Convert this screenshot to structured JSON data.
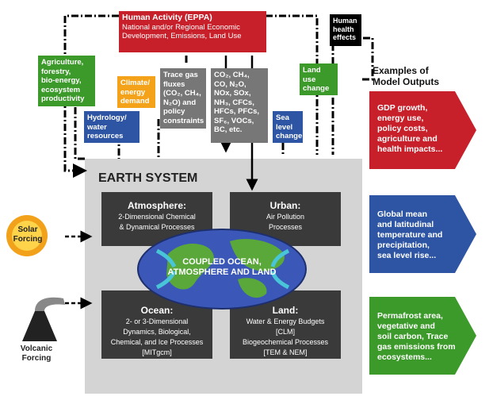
{
  "human_activity": {
    "title": "Human Activity (EPPA)",
    "lines": [
      "National and/or Regional Economic",
      "Development, Emissions, Land Use"
    ]
  },
  "human_health": {
    "lines": [
      "Human",
      "health",
      "effects"
    ]
  },
  "agriculture": {
    "lines": [
      "Agriculture,",
      "forestry,",
      "bio-energy,",
      "ecosystem",
      "productivity"
    ]
  },
  "climate_energy": {
    "lines": [
      "Climate/",
      "energy",
      "demand"
    ]
  },
  "trace_gas": {
    "lines": [
      "Trace gas",
      "fluxes",
      "(CO₂, CH₄,",
      "N₂O) and",
      "policy",
      "constraints"
    ]
  },
  "emissions": {
    "lines": [
      "CO₂, CH₄,",
      "CO, N₂O,",
      "NOx, SOx,",
      "NH₃, CFCs,",
      "HFCs, PFCs,",
      "SF₆, VOCs,",
      "BC, etc."
    ]
  },
  "land_use_change": {
    "lines": [
      "Land",
      "use",
      "change"
    ]
  },
  "hydrology": {
    "lines": [
      "Hydrology/",
      "water",
      "resources"
    ]
  },
  "sea_level": {
    "lines": [
      "Sea",
      "level",
      "change"
    ]
  },
  "earth_system": {
    "title": "EARTH SYSTEM",
    "atmosphere": {
      "title": "Atmosphere:",
      "desc": [
        "2-Dimensional Chemical",
        "& Dynamical Processes"
      ]
    },
    "urban": {
      "title": "Urban:",
      "desc": [
        "Air Pollution",
        "Processes"
      ]
    },
    "ocean": {
      "title": "Ocean:",
      "desc": [
        "2- or 3-Dimensional",
        "Dynamics, Biological,",
        "Chemical, and Ice Processes",
        "[MITgcm]"
      ]
    },
    "land": {
      "title": "Land:",
      "desc": [
        "Water & Energy Budgets",
        "[CLM]",
        "Biogeochemical Processes",
        "[TEM & NEM]"
      ]
    },
    "coupled": [
      "COUPLED OCEAN,",
      "ATMOSPHERE AND LAND"
    ]
  },
  "solar": {
    "lines": [
      "Solar",
      "Forcing"
    ]
  },
  "volcanic": {
    "lines": [
      "Volcanic",
      "Forcing"
    ]
  },
  "outputs": {
    "title": [
      "Examples of",
      "Model Outputs"
    ],
    "items": [
      {
        "lines": [
          "GDP growth,",
          "energy use,",
          "policy costs,",
          "agriculture and",
          "health impacts..."
        ],
        "color": "#c8202a"
      },
      {
        "lines": [
          "Global mean",
          "and latitudinal",
          "temperature and",
          "precipitation,",
          "sea level rise..."
        ],
        "color": "#2e55a4"
      },
      {
        "lines": [
          "Permafrost area,",
          "vegetative and",
          "soil carbon, Trace",
          "gas emissions from",
          "ecosystems..."
        ],
        "color": "#3c9a2a"
      }
    ]
  },
  "colors": {
    "red": "#c8202a",
    "green": "#3c9a2a",
    "orange": "#f5a21b",
    "blue": "#2e55a4",
    "gray": "#777777",
    "dark": "#3a3a3a",
    "earth_bg": "#d4d4d4"
  }
}
